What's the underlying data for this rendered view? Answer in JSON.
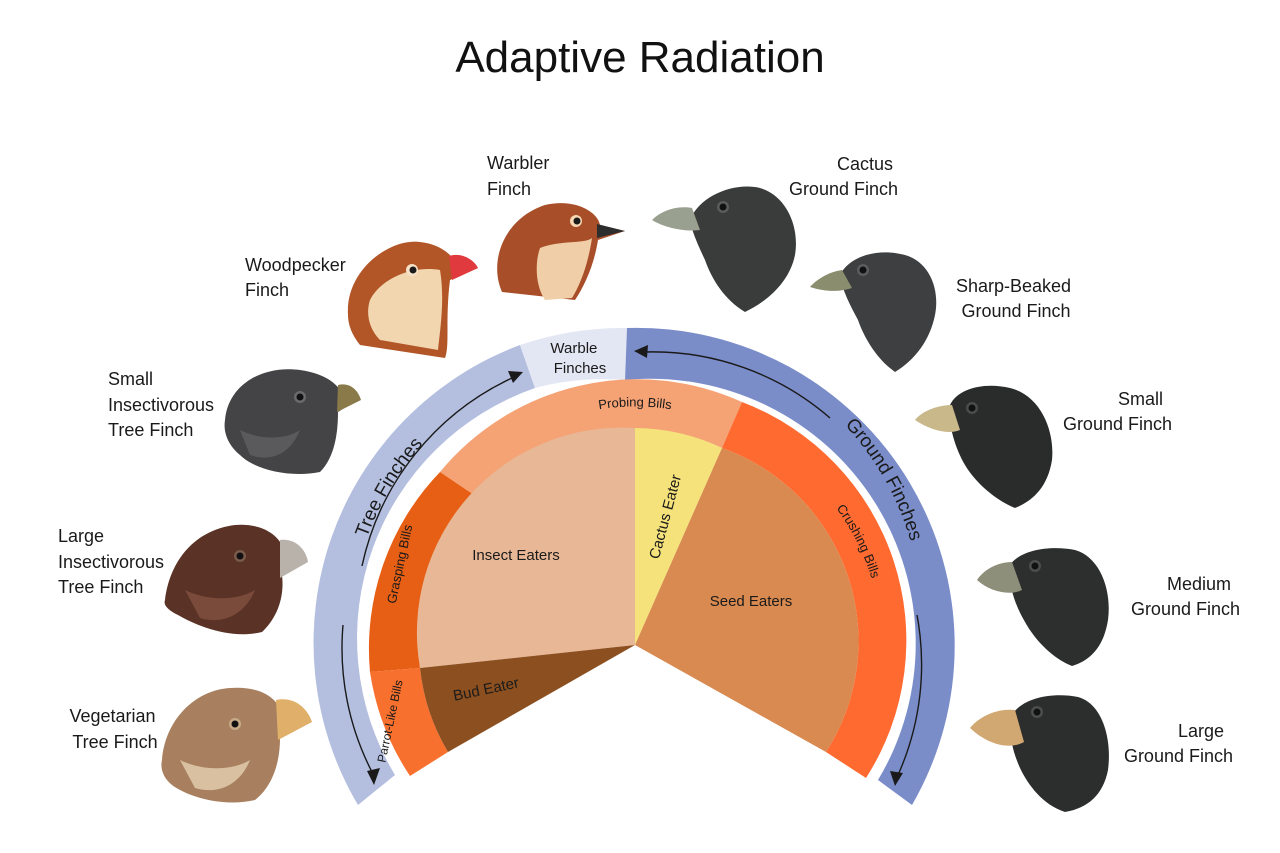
{
  "title": "Adaptive Radiation",
  "colors": {
    "tree_band": "#b4bfe0",
    "ground_band": "#7b8dc9",
    "warbler_band": "#e3e7f3",
    "probing": "#f5a275",
    "grasping": "#e75f15",
    "parrot": "#f7702e",
    "crushing": "#ff6a30",
    "insect": "#e8b896",
    "bud": "#8c5020",
    "cactus": "#f5e27a",
    "seed": "#d88a50"
  },
  "outer_groups": {
    "tree": "Tree Finches",
    "warbler_line1": "Warble",
    "warbler_line2": "Finches",
    "ground": "Ground Finches"
  },
  "beak_types": {
    "probing": "Probing Bills",
    "grasping": "Grasping Bills",
    "parrot": "Parrot-Like Bills",
    "crushing": "Crushing Bills"
  },
  "diets": {
    "insect": "Insect Eaters",
    "bud": "Bud Eater",
    "cactus": "Cactus Eater",
    "seed": "Seed Eaters"
  },
  "finches": {
    "warbler": {
      "line1": "Warbler",
      "line2": "Finch",
      "icon": "warbler-finch-icon"
    },
    "woodpecker": {
      "line1": "Woodpecker",
      "line2": "Finch",
      "icon": "woodpecker-finch-icon"
    },
    "small_insect": {
      "line1": "Small",
      "line2": "Insectivorous",
      "line3": "Tree Finch",
      "icon": "small-insectivorous-finch-icon"
    },
    "large_insect": {
      "line1": "Large",
      "line2": "Insectivorous",
      "line3": "Tree Finch",
      "icon": "large-insectivorous-finch-icon"
    },
    "vegetarian": {
      "line1": "Vegetarian",
      "line2": "Tree Finch",
      "icon": "vegetarian-finch-icon"
    },
    "cactus_ground": {
      "line1": "Cactus",
      "line2": "Ground Finch",
      "icon": "cactus-ground-finch-icon"
    },
    "sharp_beaked": {
      "line1": "Sharp-Beaked",
      "line2": "Ground Finch",
      "icon": "sharp-beaked-finch-icon"
    },
    "small_ground": {
      "line1": "Small",
      "line2": "Ground Finch",
      "icon": "small-ground-finch-icon"
    },
    "medium_ground": {
      "line1": "Medium",
      "line2": "Ground Finch",
      "icon": "medium-ground-finch-icon"
    },
    "large_ground": {
      "line1": "Large",
      "line2": "Ground Finch",
      "icon": "large-ground-finch-icon"
    }
  }
}
